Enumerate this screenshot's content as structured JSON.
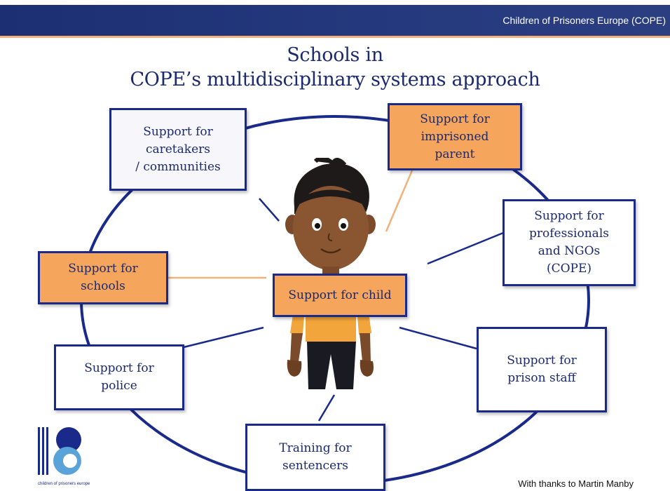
{
  "header": {
    "org": "Children of Prisoners Europe (COPE)"
  },
  "title": {
    "line1": "Schools in",
    "line2": "COPE’s multidisciplinary systems approach"
  },
  "nodes": {
    "caretakers": "Support for\ncaretakers\n/ communities",
    "imprisoned_parent": "Support for\nimprisoned\nparent",
    "professionals": "Support for\nprofessionals\nand NGOs\n(COPE)",
    "schools": "Support for\nschools",
    "child": "Support for child",
    "police": "Support for\npolice",
    "prison_staff": "Support for\nprison staff",
    "sentencers": "Training for\nsentencers"
  },
  "logo": {
    "caption": "children of prisoners europe"
  },
  "footer": {
    "credit": "With thanks to Martin Manby"
  },
  "colors": {
    "navy": "#1a2a8a",
    "header": "#1c2f72",
    "accent_orange": "#f6a55d",
    "connector_orange": "#f0b27a",
    "title_text": "#1b2a6e"
  },
  "icons": [
    "child-illustration",
    "cope-logo"
  ]
}
